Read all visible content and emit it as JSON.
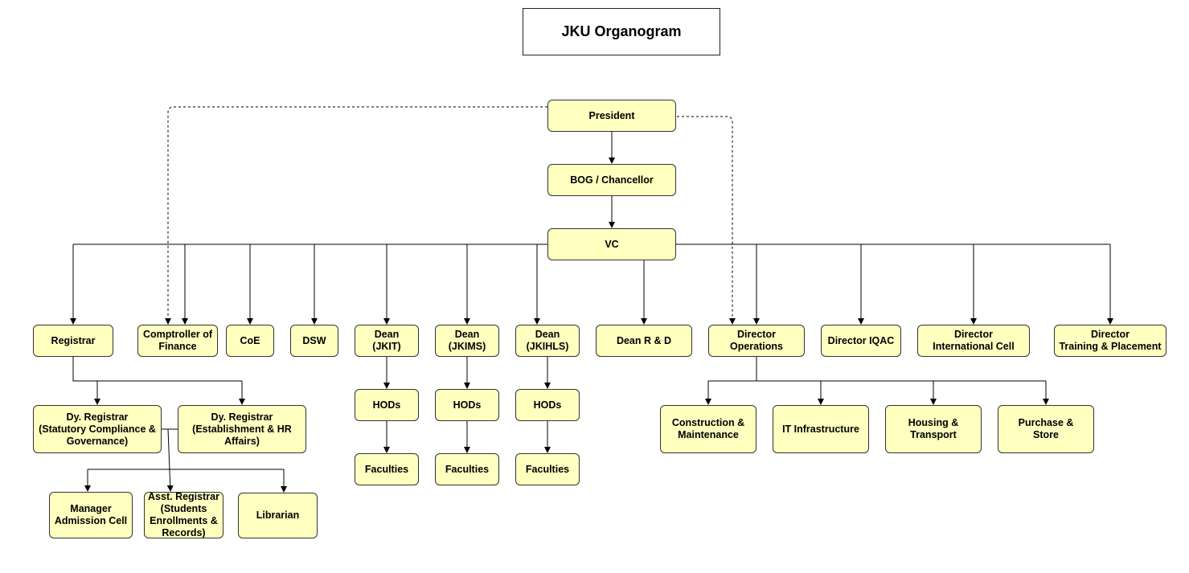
{
  "title": "JKU Organogram",
  "colors": {
    "node_fill": "#ffffc0",
    "node_border": "#333333",
    "connector": "#000000"
  },
  "nodes": {
    "president": "President",
    "bog_chancellor": "BOG / Chancellor",
    "vc": "VC",
    "registrar": "Registrar",
    "comptroller": "Comptroller of\nFinance",
    "coe": "CoE",
    "dsw": "DSW",
    "dean_jkit": "Dean\n(JKIT)",
    "dean_jkims": "Dean\n(JKIMS)",
    "dean_jkihls": "Dean\n(JKIHLS)",
    "dean_rd": "Dean R & D",
    "director_operations": "Director Operations",
    "director_iqac": "Director IQAC",
    "director_international": "Director\nInternational Cell",
    "director_training": "Director\nTraining & Placement",
    "dy_registrar_statutory": "Dy. Registrar\n(Statutory Compliance &\nGovernance)",
    "dy_registrar_establishment": "Dy. Registrar\n(Establishment & HR\nAffairs)",
    "manager_admission": "Manager\nAdmission Cell",
    "asst_registrar": "Asst. Registrar\n(Students\nEnrollments &\nRecords)",
    "librarian": "Librarian",
    "hods_jkit": "HODs",
    "hods_jkims": "HODs",
    "hods_jkihls": "HODs",
    "faculties_jkit": "Faculties",
    "faculties_jkims": "Faculties",
    "faculties_jkihls": "Faculties",
    "construction": "Construction &\nMaintenance",
    "it_infrastructure": "IT Infrastructure",
    "housing_transport": "Housing &\nTransport",
    "purchase_store": "Purchase &\nStore"
  }
}
